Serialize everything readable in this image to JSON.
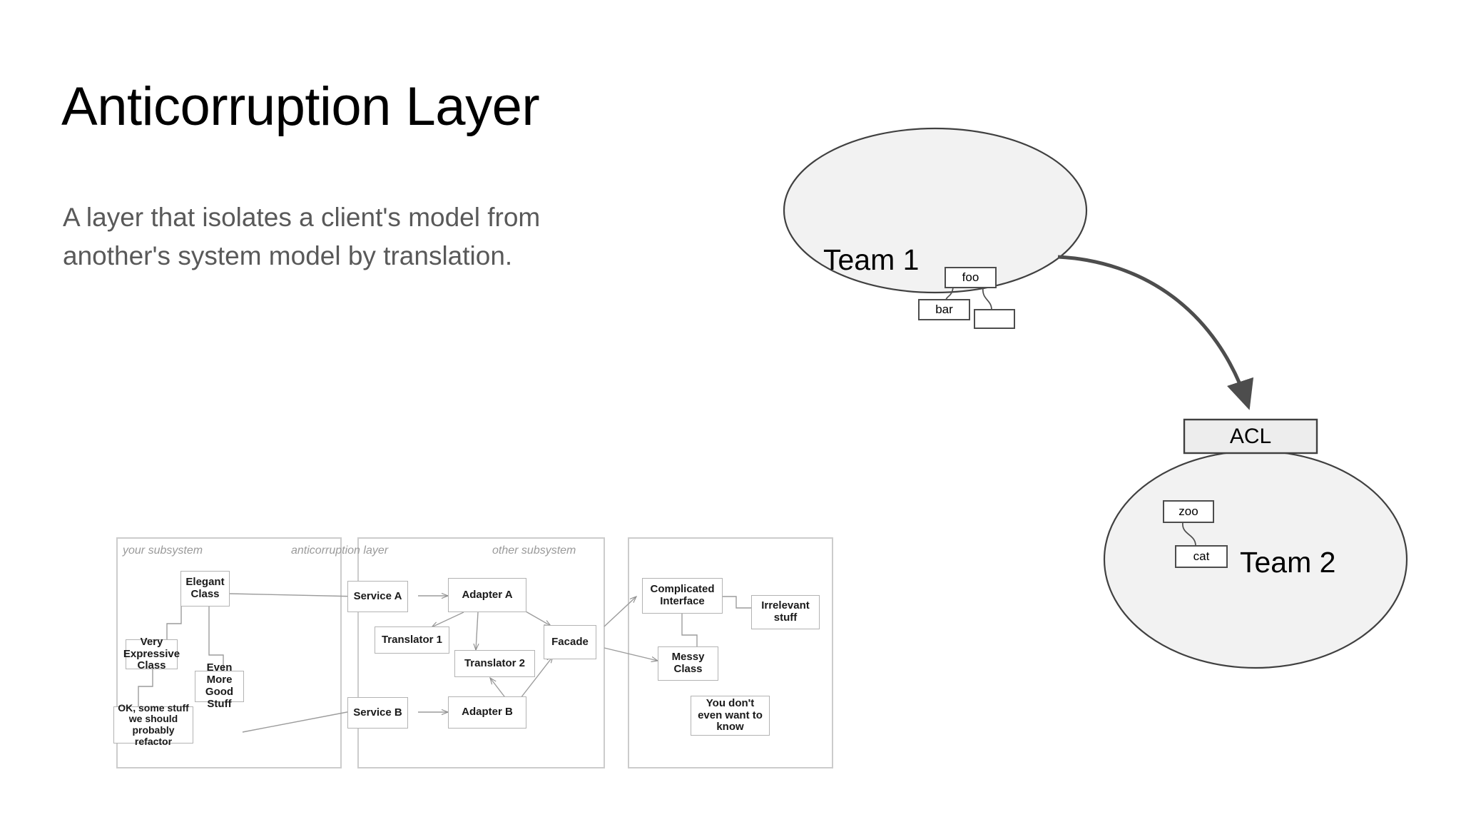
{
  "slide": {
    "title": "Anticorruption Layer",
    "subtitle": "A layer that isolates a client's model from another's system model by translation.",
    "background_color": "#ffffff",
    "title_color": "#000000",
    "subtitle_color": "#595959"
  },
  "concept": {
    "team1": {
      "label": "Team 1",
      "fill": "#f2f2f2",
      "stroke": "#404040",
      "boxes": [
        {
          "name": "foo",
          "label": "foo"
        },
        {
          "name": "bar",
          "label": "bar"
        },
        {
          "name": "unnamed",
          "label": ""
        }
      ]
    },
    "acl": {
      "label": "ACL",
      "fill": "#ededed",
      "stroke": "#404040"
    },
    "team2": {
      "label": "Team 2",
      "fill": "#f2f2f2",
      "stroke": "#404040",
      "boxes": [
        {
          "name": "zoo",
          "label": "zoo"
        },
        {
          "name": "cat",
          "label": "cat"
        }
      ]
    },
    "arrow": {
      "from": "Team 1",
      "to": "ACL",
      "color": "#4d4d4d"
    }
  },
  "detail_diagram": {
    "panels": [
      {
        "caption": "your subsystem"
      },
      {
        "caption": "anticorruption layer"
      },
      {
        "caption": "other subsystem"
      }
    ],
    "boxes": {
      "elegant_class": "Elegant Class",
      "very_expressive_class": "Very Expressive Class",
      "even_more_good_stuff": "Even More Good Stuff",
      "ok_some_stuff": "OK, some stuff we should probably  refactor",
      "service_a": "Service A",
      "service_b": "Service B",
      "adapter_a": "Adapter A",
      "adapter_b": "Adapter B",
      "translator_1": "Translator 1",
      "translator_2": "Translator 2",
      "facade": "Facade",
      "complicated_interface": "Complicated Interface",
      "irrelevant_stuff": "Irrelevant stuff",
      "messy_class": "Messy Class",
      "you_dont_even_want_to_know": "You don't even want to know"
    },
    "box_border_color": "#b3b3b3",
    "panel_border_color": "#cccccc",
    "caption_color": "#9a9a9a"
  }
}
